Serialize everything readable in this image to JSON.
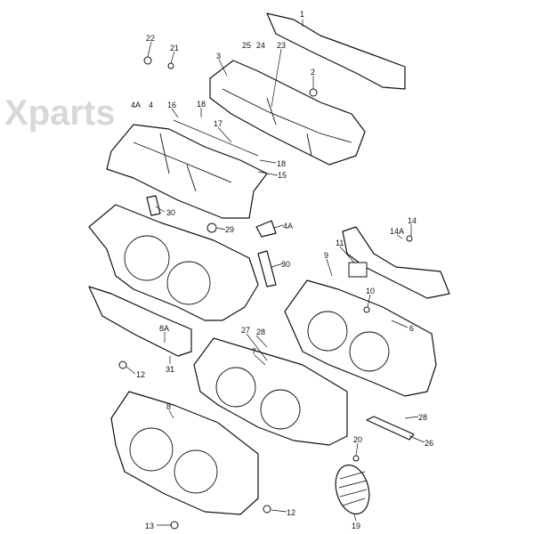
{
  "diagram": {
    "watermark": "Xparts",
    "labels": [
      {
        "id": "l1",
        "text": "1"
      },
      {
        "id": "l22",
        "text": "22"
      },
      {
        "id": "l21",
        "text": "21"
      },
      {
        "id": "l25",
        "text": "25"
      },
      {
        "id": "l24",
        "text": "24"
      },
      {
        "id": "l23",
        "text": "23"
      },
      {
        "id": "l3",
        "text": "3"
      },
      {
        "id": "l2",
        "text": "2"
      },
      {
        "id": "l4a",
        "text": "4A"
      },
      {
        "id": "l4",
        "text": "4"
      },
      {
        "id": "l16",
        "text": "16"
      },
      {
        "id": "l18a",
        "text": "18"
      },
      {
        "id": "l17",
        "text": "17"
      },
      {
        "id": "l18b",
        "text": "18"
      },
      {
        "id": "l15",
        "text": "15"
      },
      {
        "id": "l30a",
        "text": "30"
      },
      {
        "id": "l29",
        "text": "29"
      },
      {
        "id": "l4a2",
        "text": "4A"
      },
      {
        "id": "l14",
        "text": "14"
      },
      {
        "id": "l14a",
        "text": "14A"
      },
      {
        "id": "l11",
        "text": "11"
      },
      {
        "id": "l9",
        "text": "9"
      },
      {
        "id": "l30b",
        "text": "30"
      },
      {
        "id": "l10",
        "text": "10"
      },
      {
        "id": "l6",
        "text": "6"
      },
      {
        "id": "l8a",
        "text": "8A"
      },
      {
        "id": "l27",
        "text": "27"
      },
      {
        "id": "l28a",
        "text": "28"
      },
      {
        "id": "l7",
        "text": "7"
      },
      {
        "id": "l31",
        "text": "31"
      },
      {
        "id": "l12a",
        "text": "12"
      },
      {
        "id": "l8",
        "text": "8"
      },
      {
        "id": "l28b",
        "text": "28"
      },
      {
        "id": "l26",
        "text": "26"
      },
      {
        "id": "l20",
        "text": "20"
      },
      {
        "id": "l12b",
        "text": "12"
      },
      {
        "id": "l13",
        "text": "13"
      },
      {
        "id": "l19",
        "text": "19"
      }
    ]
  }
}
